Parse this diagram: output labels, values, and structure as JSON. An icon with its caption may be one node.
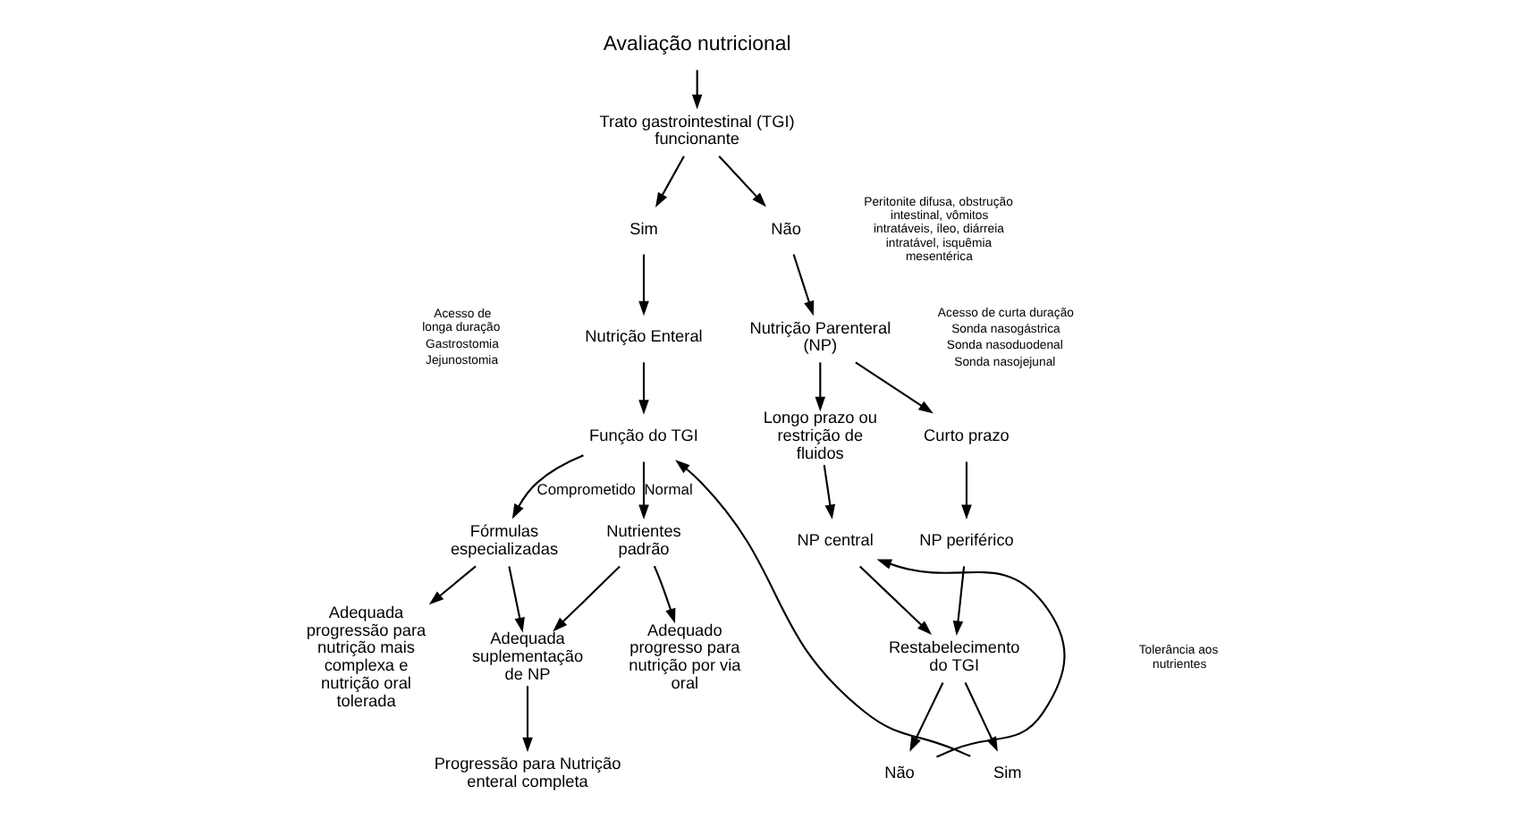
{
  "diagram": {
    "nodes": [
      {
        "text": [
          "Avaliação nutricional"
        ]
      },
      {
        "text": [
          "Trato gastrointestinal (TGI) funcionante"
        ]
      },
      {
        "text": [
          "Sim"
        ]
      },
      {
        "text": [
          "Não"
        ]
      },
      {
        "text": [
          "Nutrição Enteral"
        ]
      },
      {
        "text": [
          "Função do TGI"
        ]
      },
      {
        "text": [
          "Nutrientes padrão"
        ]
      },
      {
        "text": [
          "Fórmulas especializadas"
        ]
      },
      {
        "text": [
          "Adequado progresso para nutrição por via oral"
        ]
      },
      {
        "text": [
          "Adequada suplementação de NP"
        ]
      },
      {
        "text": [
          "Adequada progressão para nutrição mais complexa e nutrição oral tolerada"
        ]
      },
      {
        "text": [
          "Progressão para Nutrição enteral completa"
        ]
      },
      {
        "text": [
          "Nutrição Parenteral (NP)"
        ]
      },
      {
        "text": [
          "Curto prazo"
        ]
      },
      {
        "text": [
          "Longo prazo ou restrição de fluidos"
        ]
      },
      {
        "text": [
          "NP periférico"
        ]
      },
      {
        "text": [
          "NP central"
        ]
      },
      {
        "text": [
          "Restabelecimento do TGI"
        ]
      },
      {
        "text": [
          "Sim"
        ]
      },
      {
        "text": [
          "Não"
        ]
      }
    ],
    "edges": [
      {
        "from": 0,
        "to": 1,
        "arrow": "to"
      },
      {
        "from": 1,
        "to": 2,
        "arrow": "to"
      },
      {
        "from": 1,
        "to": 3,
        "arrow": "to"
      },
      {
        "from": 2,
        "to": 4,
        "arrow": "to"
      },
      {
        "from": 4,
        "to": 5,
        "arrow": "to"
      },
      {
        "from": 5,
        "to": 6,
        "arrow": "to",
        "label": "Normal"
      },
      {
        "from": 5,
        "to": 7,
        "arrow": "to",
        "label": "Comprometido"
      },
      {
        "from": 6,
        "to": 8,
        "arrow": "to"
      },
      {
        "from": 6,
        "to": 9,
        "arrow": "to"
      },
      {
        "from": 7,
        "to": 9,
        "arrow": "to"
      },
      {
        "from": 7,
        "to": 10,
        "arrow": "to"
      },
      {
        "from": 9,
        "to": 11,
        "arrow": "to"
      },
      {
        "from": 3,
        "to": 12,
        "arrow": "to"
      },
      {
        "from": 12,
        "to": 13,
        "arrow": "to"
      },
      {
        "from": 12,
        "to": 14,
        "arrow": "to"
      },
      {
        "from": 13,
        "to": 15,
        "arrow": "to"
      },
      {
        "from": 14,
        "to": 16,
        "arrow": "to"
      },
      {
        "from": 15,
        "to": 17,
        "arrow": "to"
      },
      {
        "from": 16,
        "to": 17,
        "arrow": "to"
      },
      {
        "from": 17,
        "to": 18,
        "arrow": "to"
      },
      {
        "from": 17,
        "to": 19,
        "arrow": "to"
      },
      {
        "from": 19,
        "to": 16,
        "arrow": "to"
      },
      {
        "from": 18,
        "to": 5,
        "arrow": "to"
      }
    ],
    "labels": [
      "Peritonite difusa, obstrução intestinal, vômitos intratáveis, íleo, diárreia intratável, isquêmia mesentérica",
      "Acesso de longa duração",
      "Gastrostomia",
      "Jejunostomia",
      "Acesso de curta duração",
      "Sonda nasogástrica",
      "Sonda nasoduodenal",
      "Sonda nasojejunal",
      "Tolerância aos nutrientes"
    ]
  }
}
